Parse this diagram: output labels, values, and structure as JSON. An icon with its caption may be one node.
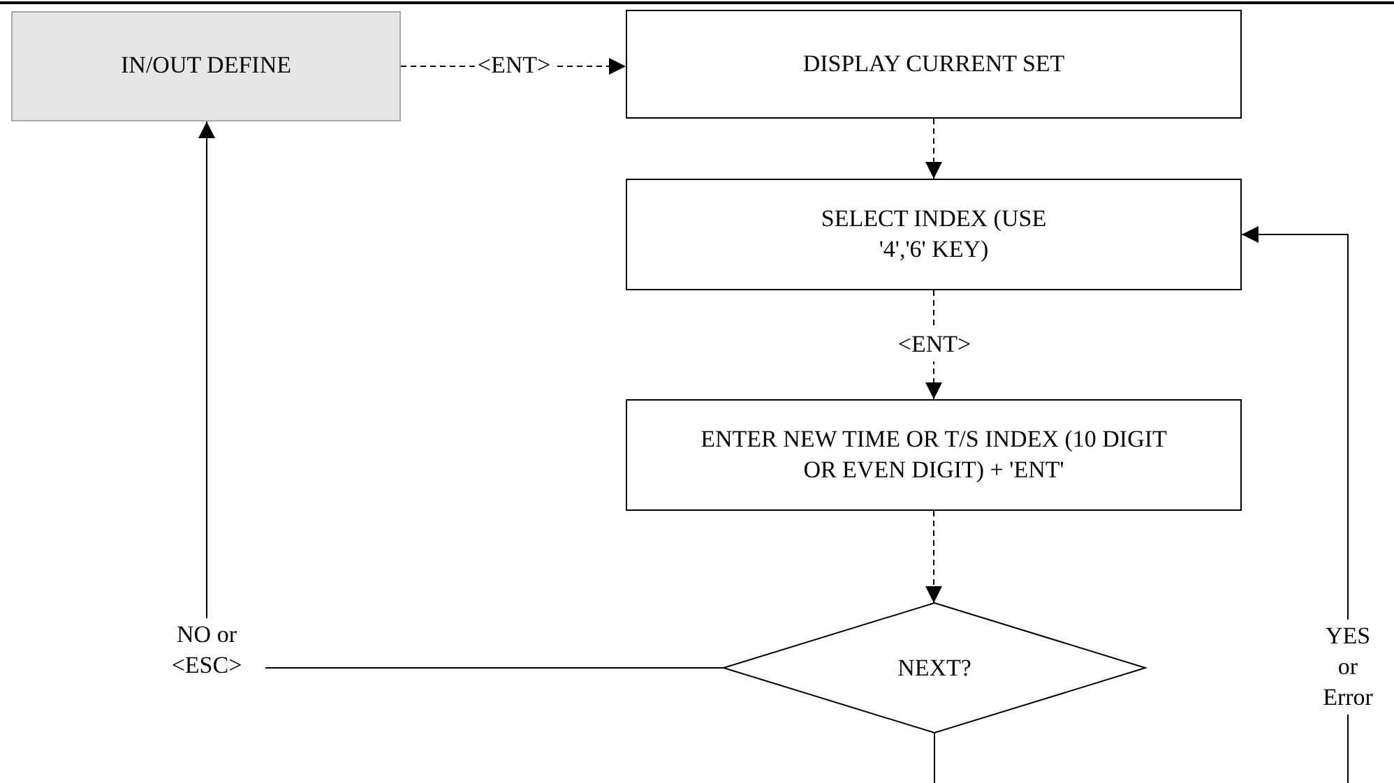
{
  "diagram": {
    "nodes": [
      {
        "text": [
          "IN/OUT DEFINE"
        ]
      },
      {
        "text": [
          "DISPLAY CURRENT SET"
        ]
      },
      {
        "text": [
          "SELECT INDEX (USE '4','6' KEY)"
        ]
      },
      {
        "text": [
          "ENTER NEW TIME OR T/S INDEX (10 DIGIT OR EVEN DIGIT) + 'ENT'"
        ]
      },
      {
        "text": [
          "NEXT?"
        ]
      }
    ],
    "edges": [
      {
        "from": 0,
        "to": 1,
        "arrow": "to",
        "label": "<ENT>",
        "style": "dashed"
      },
      {
        "from": 1,
        "to": 2,
        "arrow": "to",
        "style": "dashed"
      },
      {
        "from": 2,
        "to": 3,
        "arrow": "to",
        "label": "<ENT>",
        "style": "dashed"
      },
      {
        "from": 3,
        "to": 4,
        "arrow": "to",
        "style": "dashed"
      },
      {
        "from": 4,
        "to": 0,
        "arrow": "to",
        "label": "NO or <ESC>"
      },
      {
        "from": null,
        "to": 2,
        "arrow": "to",
        "label": "YES or Error"
      },
      {
        "from": 4,
        "to": null,
        "arrow": "none"
      }
    ]
  }
}
